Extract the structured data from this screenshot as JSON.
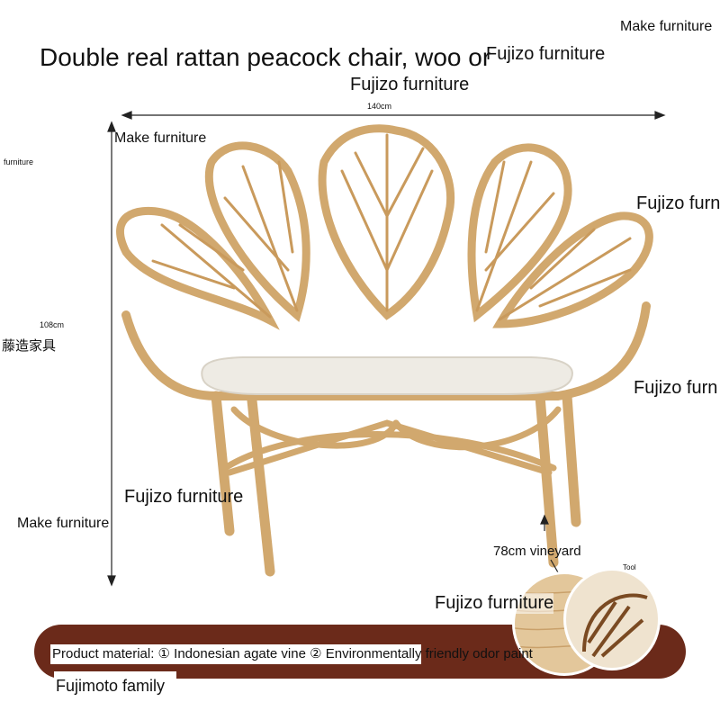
{
  "title": "Double real rattan peacock chair, woo        or",
  "watermarks": {
    "fujizo_top": "Fujizo furniture",
    "fujizo_second": "Fujizo furniture",
    "make_top_right": "Make furniture",
    "make_left": "Make furniture",
    "furniture_small": "furniture",
    "fujizo_right_1": "Fujizo furn",
    "fujizo_right_2": "Fujizo furn",
    "fujizo_mid": "Fujizo furniture",
    "make_left_2": "Make furniture",
    "fujizo_bottom": "Fujizo furniture",
    "cjk_brand": "藤造家具"
  },
  "dimensions": {
    "width": "140cm",
    "height": "108cm",
    "seat_note": "78cm vineyard"
  },
  "detail_label": "Tool",
  "banner": {
    "material": "Product material: ① Indonesian agate vine ② Environmentally friendly odor paint",
    "family": "Fujimoto family"
  },
  "colors": {
    "rattan": "#dcb47c",
    "rattan_dark": "#b8874e",
    "cushion": "#eeebe4",
    "banner": "#6b2a1a"
  }
}
